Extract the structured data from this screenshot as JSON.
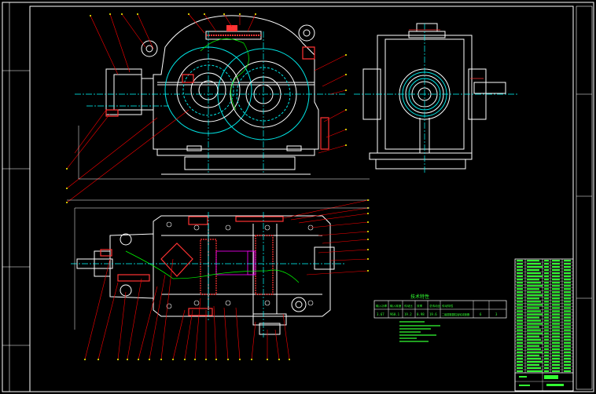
{
  "colors": {
    "background": "#000000",
    "frame": "#ffffff",
    "outline": "#ffffff",
    "centerline": "#00ffff",
    "leader": "#ff0000",
    "hatch": "#ff3333",
    "gear_circle": "#00e5e5",
    "fill_line": "#00ff00",
    "title_block": "#33ff33",
    "yellow": "#ffff00",
    "magenta": "#ff00ff"
  },
  "technical_table": {
    "title": "技术特性",
    "header": [
      "输入功率",
      "输入转速",
      "传动比",
      "效率",
      "总传动比",
      "传动特性"
    ],
    "row": [
      "3.67",
      "960.1",
      "19.2",
      "0.98",
      "19.6",
      "二级圆锥圆柱齿轮减速器",
      "6",
      "3"
    ]
  },
  "icons": {
    "lift_ring": "lift-ring-icon",
    "breather": "breather-icon"
  }
}
